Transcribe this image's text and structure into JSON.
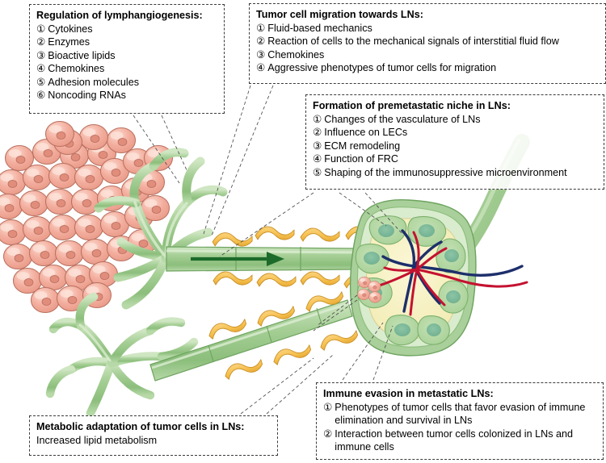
{
  "figure": {
    "kind": "scientific-schematic",
    "subject": "Tumor cell metastasis to lymph nodes via lymphatic vessels"
  },
  "callouts": [
    {
      "id": "lymphangiogenesis",
      "title": "Regulation of lymphangiogenesis:",
      "items": [
        "Cytokines",
        "Enzymes",
        "Bioactive lipids",
        "Chemokines",
        "Adhesion molecules",
        "Noncoding RNAs"
      ]
    },
    {
      "id": "migration",
      "title": "Tumor cell migration towards LNs:",
      "items": [
        "Fluid-based mechanics",
        "Reaction of cells to the mechanical signals of interstitial fluid flow",
        "Chemokines",
        "Aggressive phenotypes of tumor cells for migration"
      ]
    },
    {
      "id": "niche",
      "title": "Formation of premetastatic niche in LNs:",
      "items": [
        "Changes of the vasculature of LNs",
        "Influence on LECs",
        "ECM remodeling",
        "Function of FRC",
        "Shaping of the immunosuppressive microenvironment"
      ]
    },
    {
      "id": "metabolic",
      "title": "Metabolic adaptation of tumor cells in LNs:",
      "plain": "Increased lipid metabolism",
      "items": []
    },
    {
      "id": "evasion",
      "title": "Immune evasion in metastatic LNs:",
      "items": [
        "Phenotypes of tumor cells that favor evasion of immune elimination and survival in LNs",
        "Interaction between tumor cells colonized in LNs and immune cells"
      ]
    }
  ],
  "numerals": [
    "①",
    "②",
    "③",
    "④",
    "⑤",
    "⑥"
  ],
  "colors": {
    "tumor_cell_fill": "#f2ab9b",
    "tumor_cell_highlight": "#f8cfc4",
    "tumor_cell_nucleus": "#e08d7c",
    "tumor_cell_outline": "#b9705f",
    "lymphatic_green": "#9cc78e",
    "lymphatic_green_light": "#c7e0ba",
    "lymphatic_green_dark": "#6da35e",
    "arrow_dark_green": "#1c6b2a",
    "ecm_fiber_orange": "#f6c04f",
    "ecm_fiber_outline": "#c99128",
    "node_capsule": "#a9cf9a",
    "node_subcapsular": "#d9ecce",
    "node_medulla": "#f6f0bd",
    "node_follicle": "#b2d7a2",
    "node_germinal_center": "#7cba9a",
    "artery_red": "#c41230",
    "vein_blue": "#1d2f6b",
    "box_border": "#3a3a3a",
    "text": "#000000",
    "background": "#ffffff"
  },
  "elements": {
    "tumor_mass_label": "primary tumor cell mass",
    "lymphatic_capillary_label": "lymphatic capillary with blind-ended sprouts",
    "collecting_vessel_label": "collecting lymphatic vessel",
    "flow_arrow_label": "lymph flow direction",
    "ecm_label": "extracellular matrix collagen fibers",
    "lymph_node_label": "lymph node cross-section",
    "metastatic_cells_label": "colonized tumor cells in lymph node",
    "artery_label": "artery",
    "vein_label": "vein",
    "efferent_vessel_label": "efferent lymphatic vessel"
  }
}
